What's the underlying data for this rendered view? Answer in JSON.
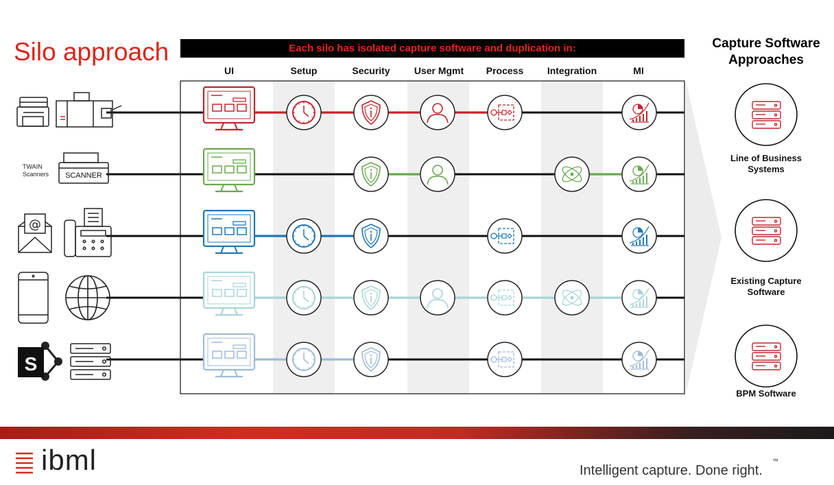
{
  "title": "Silo approach",
  "banner": "Each silo has isolated capture software and duplication in:",
  "columns": [
    "UI",
    "Setup",
    "Security",
    "User Mgmt",
    "Process",
    "Integration",
    "MI"
  ],
  "twain_label_line1": "TWAIN",
  "twain_label_line2": "Scanners",
  "scanner_label": "SCANNER",
  "right_panel": {
    "title_line1": "Capture Software",
    "title_line2": "Approaches",
    "items": [
      {
        "line1": "Line of Business",
        "line2": "Systems"
      },
      {
        "line1": "Existing Capture",
        "line2": "Software"
      },
      {
        "line1": "BPM Software",
        "line2": ""
      }
    ]
  },
  "rows": [
    {
      "name": "printer-mfp",
      "color": "#c0272d",
      "icons": [
        "ui",
        "setup",
        "security",
        "user",
        "process",
        null,
        "mi"
      ]
    },
    {
      "name": "twain-scanners",
      "color": "#6aa84f",
      "icons": [
        "ui",
        null,
        "security",
        "user",
        null,
        "integration",
        "mi"
      ]
    },
    {
      "name": "email-fax",
      "color": "#1f78b4",
      "icons": [
        "ui",
        "setup",
        "security",
        null,
        "process",
        null,
        "mi"
      ]
    },
    {
      "name": "mobile-web",
      "color": "#a8d4d8",
      "icons": [
        "ui",
        "setup",
        "security",
        "user",
        "process",
        "integration",
        "mi"
      ]
    },
    {
      "name": "sharepoint-servers",
      "color": "#9ebbd9",
      "icons": [
        "ui",
        "setup",
        "security",
        null,
        "process",
        null,
        "mi"
      ]
    }
  ],
  "logo": "ibml",
  "tagline": "Intelligent capture. Done right.",
  "trademark": "™"
}
